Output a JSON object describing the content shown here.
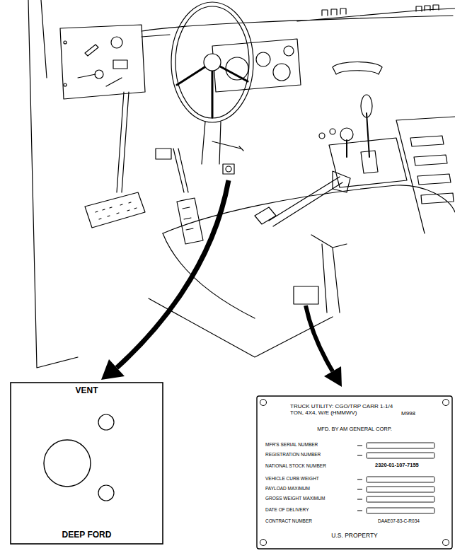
{
  "diagram": {
    "nodes": [
      {
        "text": [
          "VENT",
          "DEEP FORD"
        ]
      },
      {
        "text": [
          "TRUCK UTILITY: CGO/TRP CARR 1-1/4 TON, 4X4, W/E (HMMWV)",
          "M998",
          "MFD. BY AM GENERAL CORP.",
          "MFR'S SERIAL NUMBER",
          "REGISTRATION NUMBER",
          "NATIONAL STOCK NUMBER",
          "2320-01-107-7155",
          "VEHICLE CURB WEIGHT",
          "PAYLOAD MAXIMUM",
          "GROSS WEIGHT MAXIMUM",
          "DATE OF DELIVERY",
          "CONTRACT NUMBER",
          "DAAE07-83-C-R034",
          "U.S. PROPERTY"
        ]
      }
    ]
  }
}
